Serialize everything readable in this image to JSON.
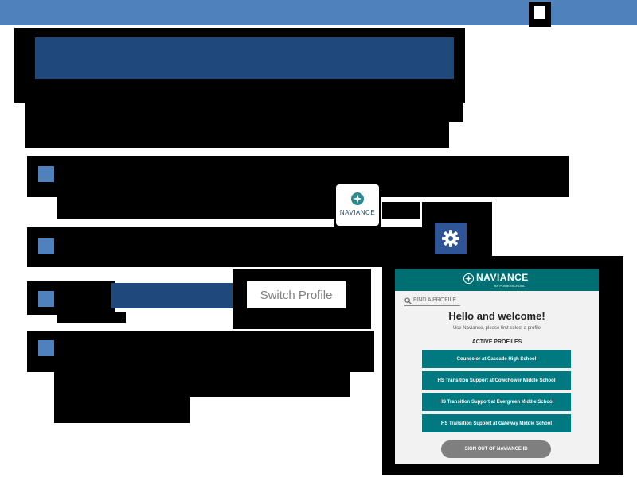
{
  "colors": {
    "top_bar": "#4f81bd",
    "title_bar": "#1f497d",
    "bullet": "#4f81bd",
    "teal": "#006f73",
    "button_teal": "#007a80",
    "signout_grey": "#7f7f7f",
    "gear_button": "#2f5597"
  },
  "switch_profile": {
    "label": "Switch Profile"
  },
  "naviance_logo": {
    "wordmark": "NAVIANCE"
  },
  "gear_button": {
    "icon": "gear-icon"
  },
  "welcome_panel": {
    "header": {
      "brand": "NAVIANCE",
      "sub": "BY POWERSCHOOL"
    },
    "search_placeholder": "FIND A PROFILE",
    "heading": "Hello and welcome!",
    "subtext": "Use Naviance, please first select a profile",
    "active_profiles_label": "ACTIVE PROFILES",
    "profiles": [
      "Counselor at Cascade High School",
      "HS Transition Support at Cowchower Middle School",
      "HS Transition Support at Evergreen Middle School",
      "HS Transition Support at Gateway Middle School"
    ],
    "signout_label": "SIGN OUT OF NAVIANCE ID"
  }
}
